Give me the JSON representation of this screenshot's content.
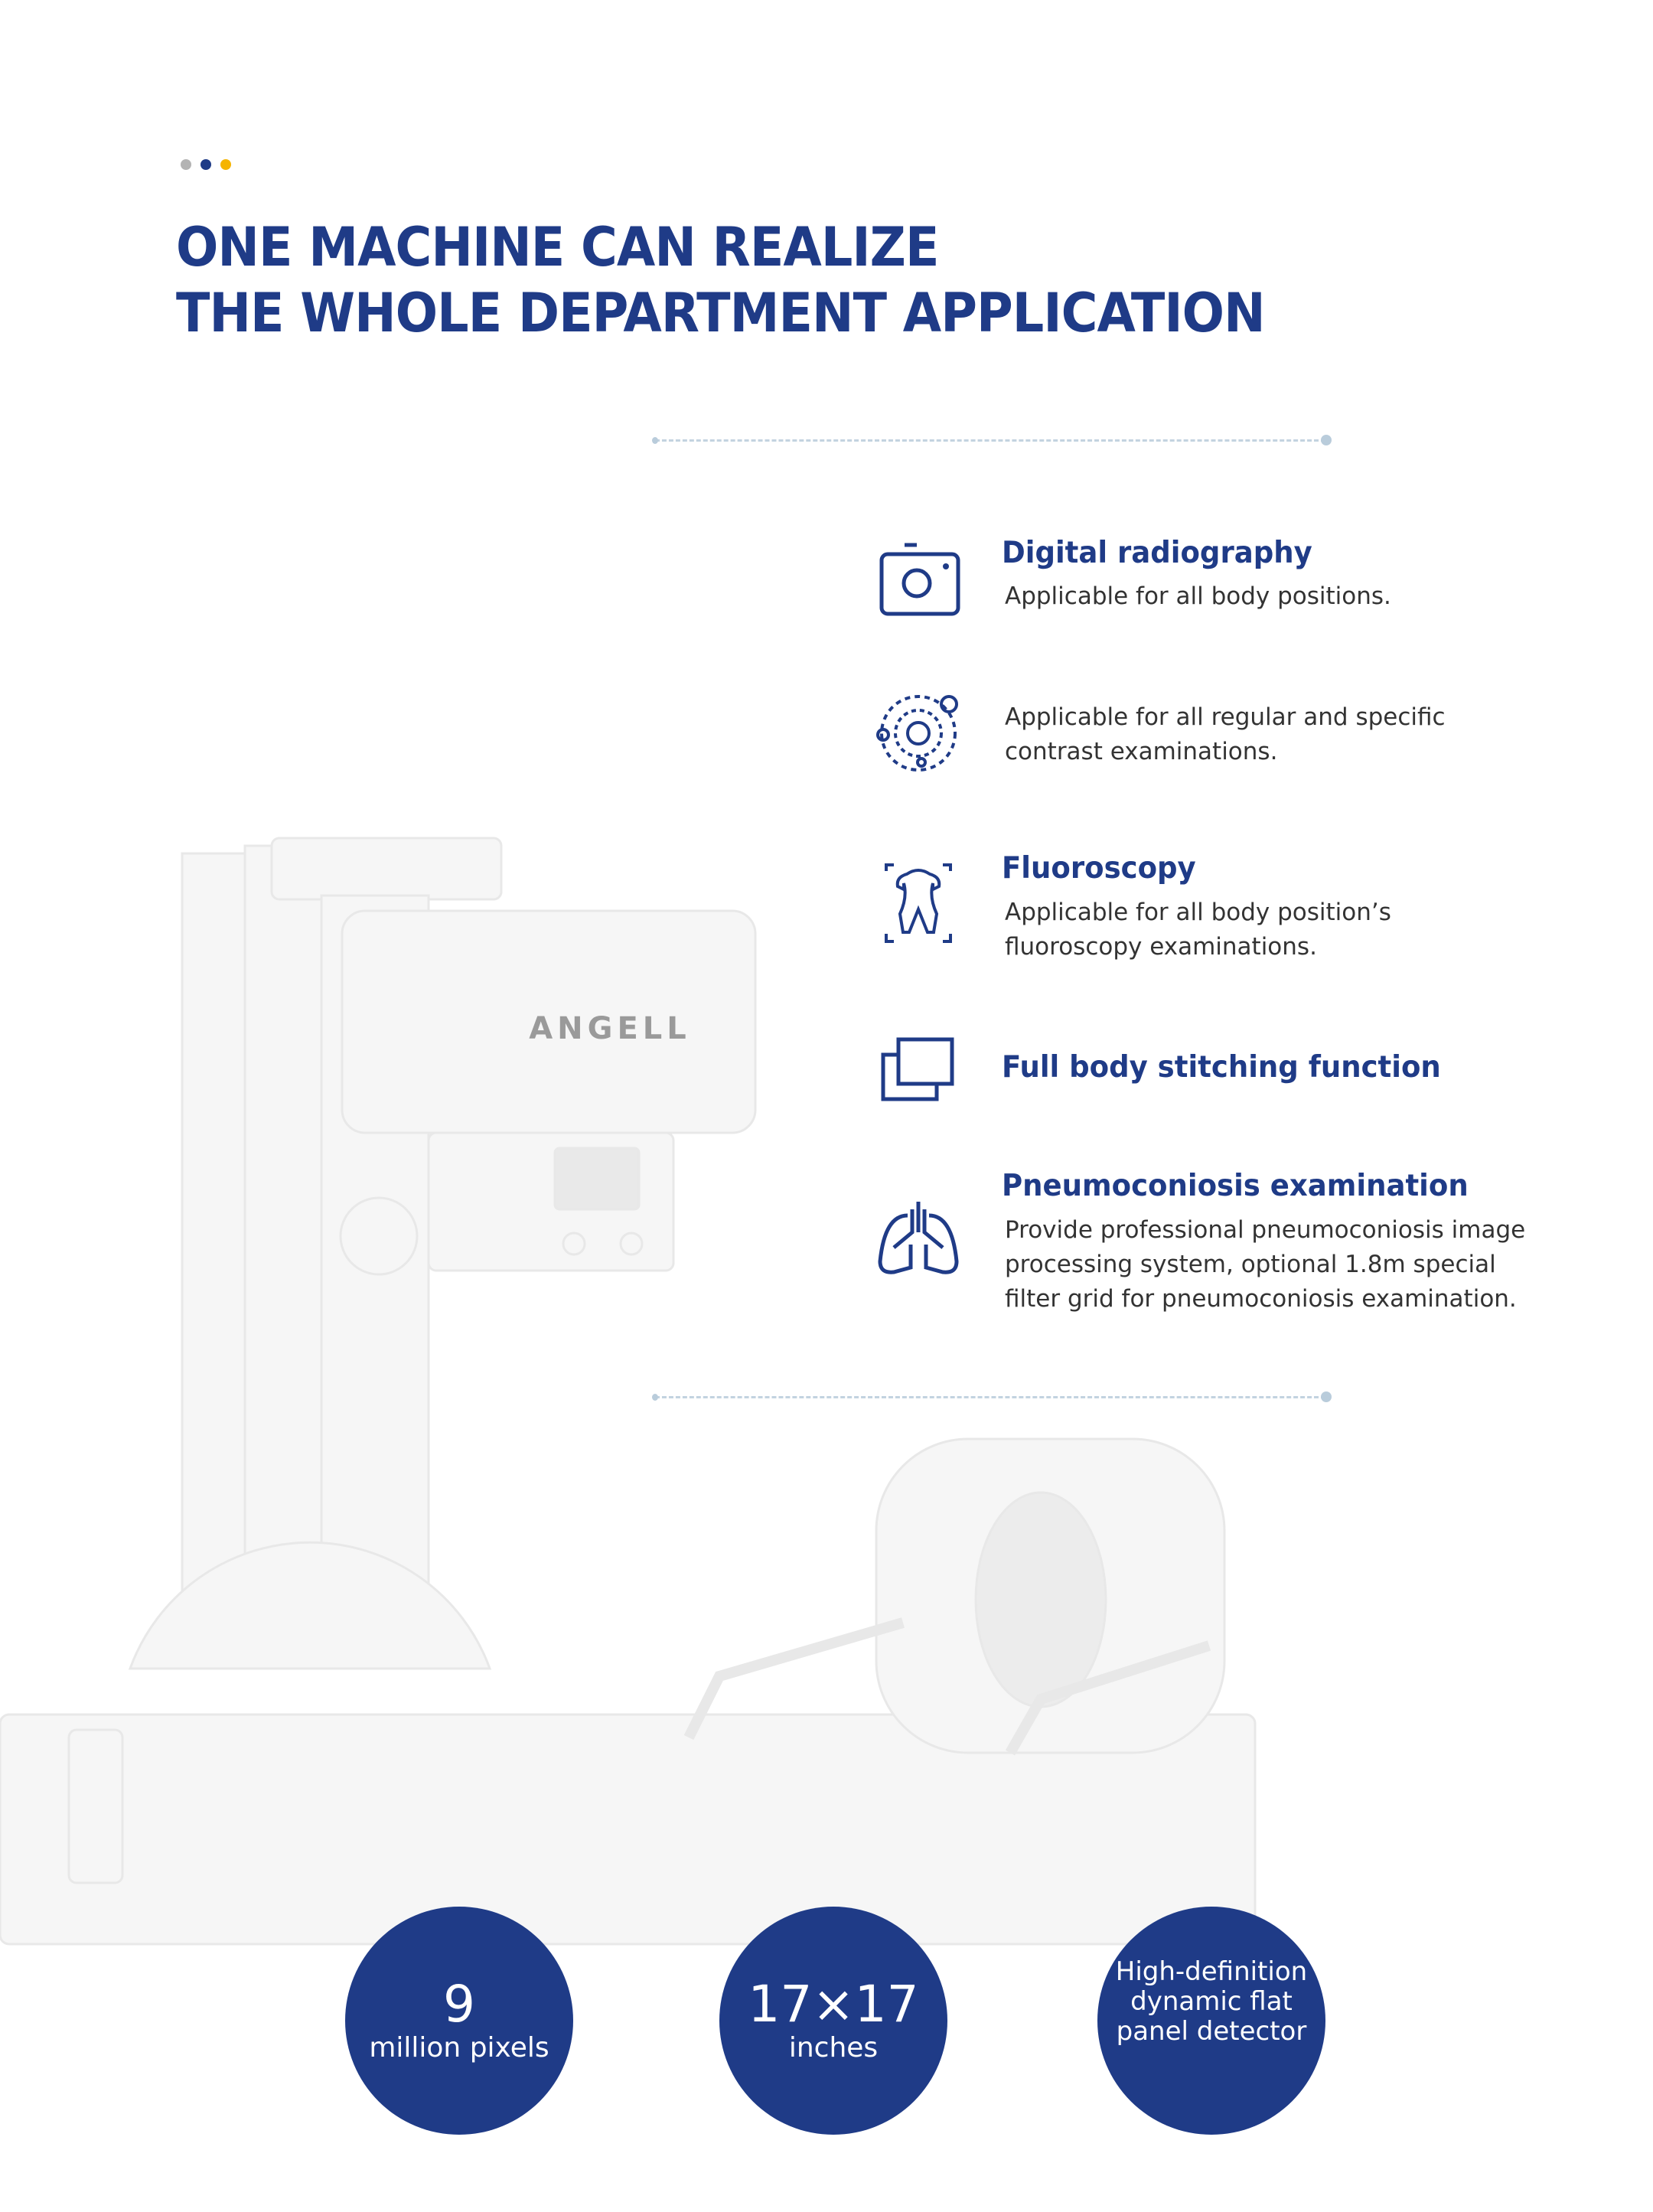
{
  "header": {
    "dots": [
      "#b3b3b3",
      "#1f3b87",
      "#f5b400"
    ],
    "title_line1": "ONE MACHINE CAN REALIZE",
    "title_line2": "THE WHOLE DEPARTMENT APPLICATION"
  },
  "product": {
    "brand": "ANGELL"
  },
  "features": [
    {
      "icon": "camera-icon",
      "title": "Digital radiography",
      "desc": [
        "Applicable for all body positions."
      ]
    },
    {
      "icon": "contrast-orbit-icon",
      "title": "",
      "desc": [
        "Applicable for all regular and specific",
        "contrast examinations."
      ]
    },
    {
      "icon": "body-scan-icon",
      "title": "Fluoroscopy",
      "desc": [
        "Applicable for all body position’s",
        "fluoroscopy examinations."
      ]
    },
    {
      "icon": "stacked-frames-icon",
      "title": "Full body stitching function",
      "desc": []
    },
    {
      "icon": "lungs-icon",
      "title": "Pneumoconiosis examination",
      "desc": [
        "Provide professional pneumoconiosis image",
        "processing system, optional 1.8m special",
        "filter grid for pneumoconiosis examination."
      ]
    }
  ],
  "specs": [
    {
      "value": "9",
      "label": "million pixels"
    },
    {
      "value": "17×17",
      "label": "inches"
    },
    {
      "lines": [
        "High-definition",
        "dynamic flat",
        "panel detector"
      ]
    }
  ],
  "colors": {
    "accent": "#1f3b87",
    "text": "#333333",
    "dash": "#c3d3e0"
  }
}
